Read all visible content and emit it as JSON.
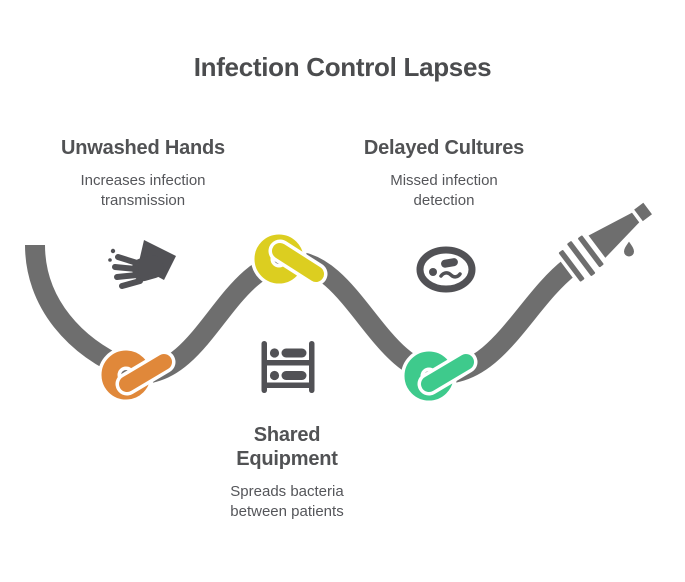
{
  "title": "Infection Control Lapses",
  "colors": {
    "rope": "#6e6e6e",
    "icon": "#515155",
    "outline": "#ffffff",
    "title_text": "#4b4c4e",
    "heading_text": "#515254",
    "body_text": "#55565a",
    "background": "#ffffff"
  },
  "items": [
    {
      "id": "unwashed-hands",
      "heading": "Unwashed Hands",
      "description": "Increases infection transmission",
      "knot_color": "#e0883a",
      "icon": "hands-icon"
    },
    {
      "id": "shared-equipment",
      "heading": "Shared Equipment",
      "description": "Spreads bacteria between patients",
      "knot_color": "#dcce20",
      "icon": "bunk-bed-icon"
    },
    {
      "id": "delayed-cultures",
      "heading": "Delayed Cultures",
      "description": "Missed infection detection",
      "knot_color": "#3eca8c",
      "icon": "petri-dish-icon"
    }
  ]
}
